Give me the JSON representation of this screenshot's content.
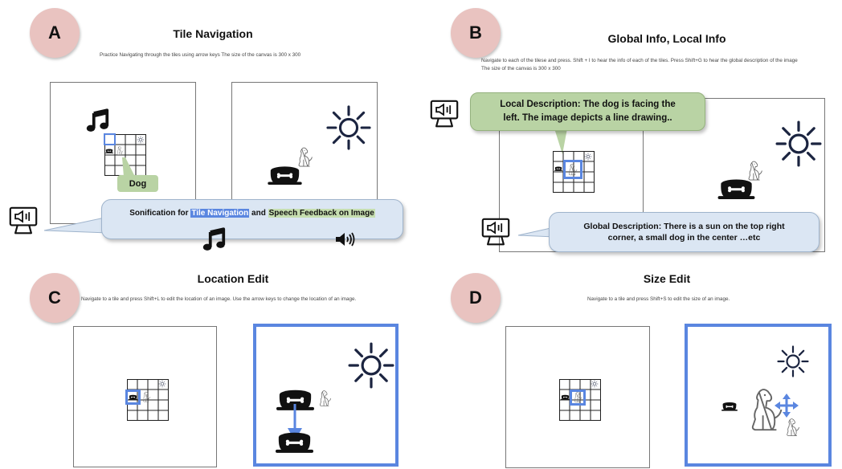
{
  "panels": {
    "a": {
      "badge": "A",
      "title": "Tile Navigation",
      "description": "Practice Navigating through the tiles using arrow keys The size of the canvas is 300 x 300",
      "dog_label": "Dog",
      "bubble": {
        "prefix": "Sonification for ",
        "highlight1": "Tile Navigation",
        "middle": " and ",
        "highlight2": "Speech Feedback on Image"
      }
    },
    "b": {
      "badge": "B",
      "title": "Global Info, Local Info",
      "description_line1": "Navigate to each of the tilese and press. Shift + I to hear the info of each of the tiles. Press Shift+G to hear the global description of the image",
      "description_line2": "The size of the canvas is 300 x 300",
      "local_description": "Local Description: The dog is facing the left. The image depicts a line drawing..",
      "global_description": "Global Description: There is a sun on the top right corner, a small dog in the center …etc"
    },
    "c": {
      "badge": "C",
      "title": "Location Edit",
      "description": "Navigate to a tile and press Shift+L to edit the location of an image. Use the arrow keys to change the location of an image."
    },
    "d": {
      "badge": "D",
      "title": "Size Edit",
      "description": "Navigate to a tile and press Shift+S to edit the size of an image."
    }
  },
  "icons": [
    "music-note-icon",
    "sun-icon",
    "dog-bowl-icon",
    "dog-icon",
    "monitor-speaker-icon",
    "speaker-icon",
    "arrow-down-icon",
    "move-arrows-icon"
  ],
  "colors": {
    "badge": "#e9c3c0",
    "highlight_blue": "#5a86e0",
    "bubble_blue": "#dbe6f3",
    "bubble_green": "#b9d3a4",
    "icon_navy": "#1b2440"
  }
}
